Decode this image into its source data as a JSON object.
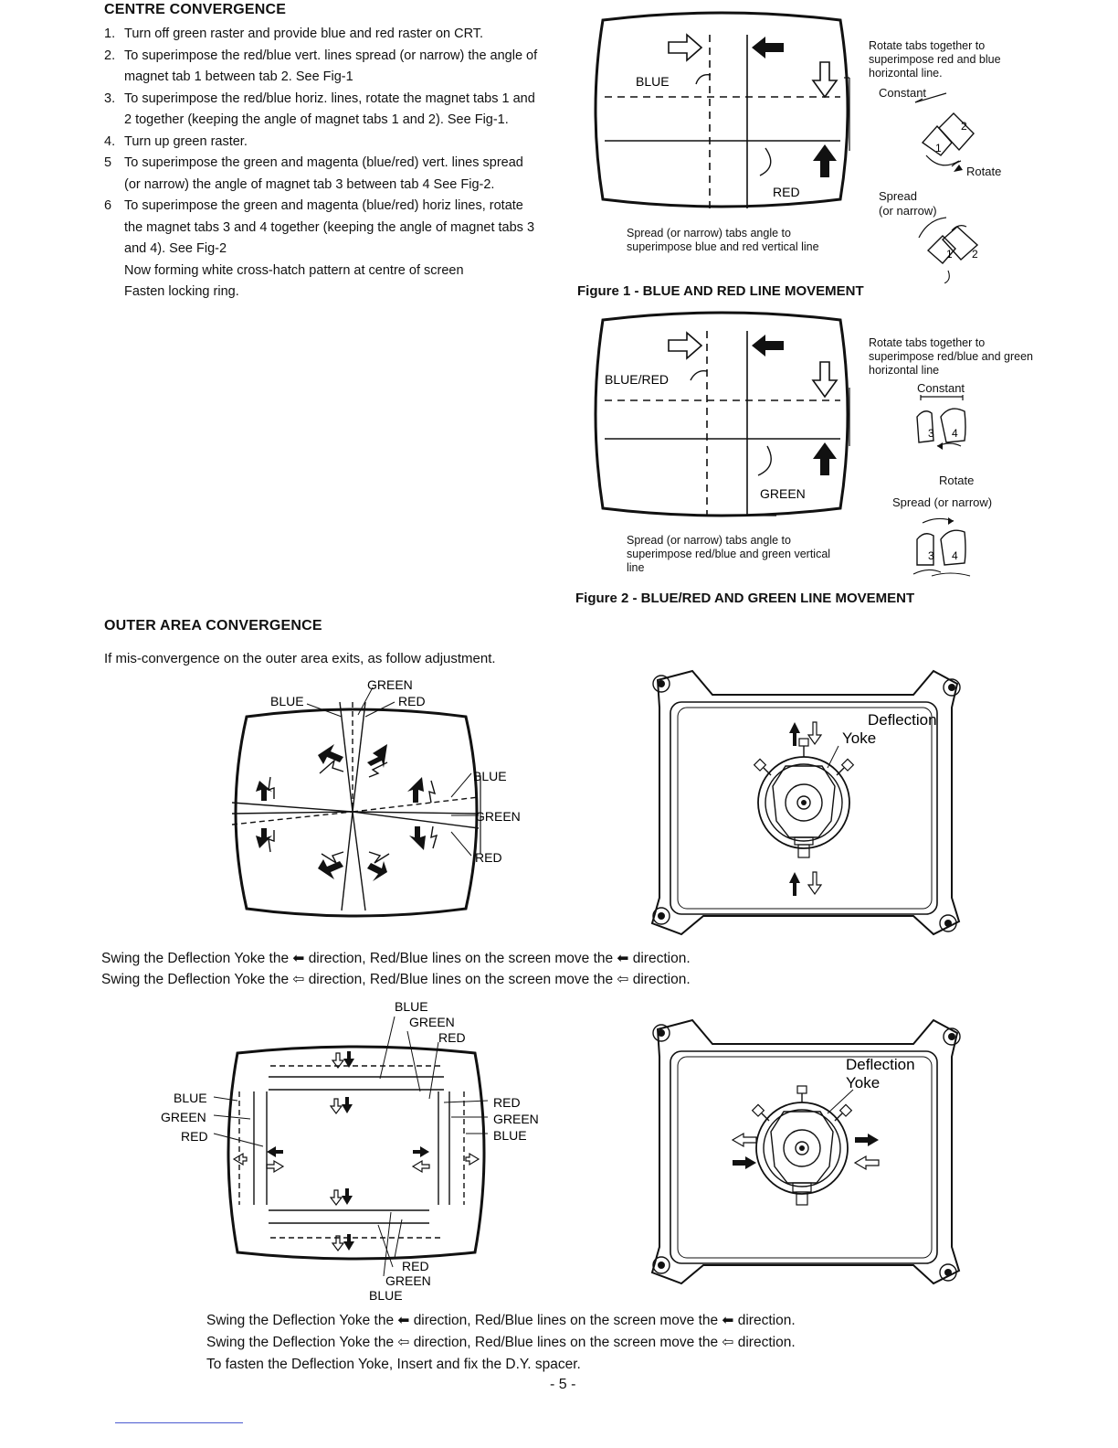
{
  "centre": {
    "heading": "CENTRE CONVERGENCE",
    "steps": [
      {
        "num": "1.",
        "text": "Turn off green raster and provide blue and red raster on CRT."
      },
      {
        "num": "2.",
        "text": "To superimpose the red/blue vert. lines spread (or narrow) the angle of magnet tab 1 between tab 2. See Fig-1"
      },
      {
        "num": "3.",
        "text": "To superimpose the red/blue horiz. lines, rotate the magnet tabs 1 and 2 together (keeping the angle of magnet tabs 1 and 2). See Fig-1."
      },
      {
        "num": "4.",
        "text": "Turn up green raster."
      },
      {
        "num": "5",
        "text": "To superimpose the green and magenta (blue/red) vert. lines spread (or narrow) the angle of magnet tab 3 between tab 4 See Fig-2."
      },
      {
        "num": "6",
        "text": "To superimpose the green and magenta (blue/red) horiz lines, rotate the magnet tabs 3 and 4 together (keeping the angle of magnet tabs 3 and 4). See Fig-2"
      }
    ],
    "note1": "Now forming white cross-hatch pattern at centre of screen",
    "note2": "Fasten locking ring."
  },
  "fig1": {
    "label_blue": "BLUE",
    "label_red": "RED",
    "rotate_text": "Rotate tabs together to superimpose red and blue horizontal line.",
    "constant": "Constant",
    "rotate": "Rotate",
    "spread": "Spread",
    "spread_sub": "(or narrow)",
    "tab1": "1",
    "tab2": "2",
    "spread_caption": "Spread (or narrow) tabs angle to superimpose blue and red vertical line",
    "caption": "Figure 1 - BLUE AND RED LINE MOVEMENT"
  },
  "fig2": {
    "label_bluered": "BLUE/RED",
    "label_green": "GREEN",
    "rotate_text": "Rotate tabs together to superimpose red/blue and green horizontal line",
    "constant": "Constant",
    "rotate": "Rotate",
    "spread": "Spread (or narrow)",
    "tab3": "3",
    "tab4": "4",
    "spread_caption": "Spread (or narrow) tabs angle to superimpose red/blue and green vertical line",
    "caption": "Figure 2 - BLUE/RED AND GREEN LINE MOVEMENT"
  },
  "outer": {
    "heading": "OUTER AREA CONVERGENCE",
    "intro": "If mis-convergence on the outer area exits, as follow adjustment.",
    "d1": {
      "green": "GREEN",
      "blue": "BLUE",
      "red": "RED",
      "blue_r": "BLUE",
      "green_r": "GREEN",
      "red_r": "RED"
    },
    "yoke_label_1": "Deflection",
    "yoke_label_2": "Yoke",
    "instr1_line1": "Swing the Deflection Yoke the ⬅ direction, Red/Blue lines on the screen move the ⬅ direction.",
    "instr1_line2": "Swing the Deflection Yoke the ⇦ direction, Red/Blue lines on the screen move the ⇦ direction.",
    "d2": {
      "blue_t": "BLUE",
      "green_t": "GREEN",
      "red_t": "RED",
      "blue_l": "BLUE",
      "green_l": "GREEN",
      "red_l": "RED",
      "red_r": "RED",
      "green_r": "GREEN",
      "blue_r": "BLUE",
      "red_b": "RED",
      "green_b": "GREEN",
      "blue_b": "BLUE"
    },
    "instr2_line1": "Swing the Deflection Yoke the ⬅ direction, Red/Blue lines on the screen move the ⬅ direction.",
    "instr2_line2": "Swing the Deflection Yoke the ⇦ direction, Red/Blue lines on the screen move the ⇦ direction.",
    "instr2_line3": "To fasten the Deflection Yoke, Insert and fix the D.Y. spacer."
  },
  "page_number": "- 5 -"
}
